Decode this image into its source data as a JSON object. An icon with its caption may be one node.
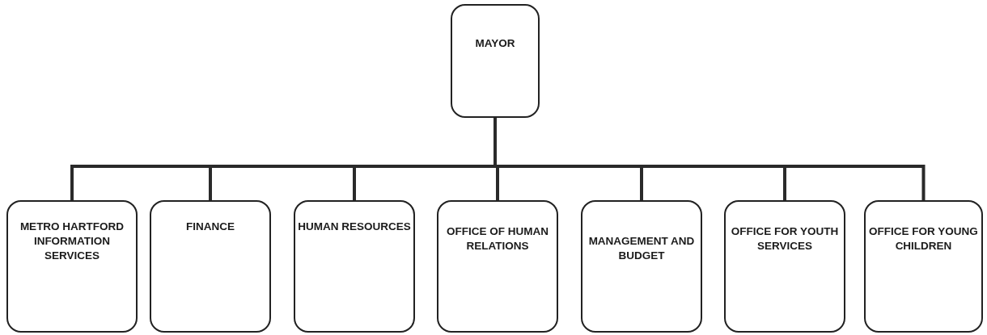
{
  "diagram": {
    "nodes": [
      {
        "text": [
          "MAYOR"
        ]
      },
      {
        "text": [
          "METRO HARTFORD INFORMATION SERVICES"
        ]
      },
      {
        "text": [
          "FINANCE"
        ]
      },
      {
        "text": [
          "HUMAN RESOURCES"
        ]
      },
      {
        "text": [
          "OFFICE OF HUMAN RELATIONS"
        ]
      },
      {
        "text": [
          "MANAGEMENT AND BUDGET"
        ]
      },
      {
        "text": [
          "OFFICE FOR YOUTH SERVICES"
        ]
      },
      {
        "text": [
          "OFFICE FOR YOUNG CHILDREN"
        ]
      }
    ],
    "edges": [
      {
        "from": 0,
        "to": 1,
        "arrow": "none"
      },
      {
        "from": 0,
        "to": 2,
        "arrow": "none"
      },
      {
        "from": 0,
        "to": 3,
        "arrow": "none"
      },
      {
        "from": 0,
        "to": 4,
        "arrow": "none"
      },
      {
        "from": 0,
        "to": 5,
        "arrow": "none"
      },
      {
        "from": 0,
        "to": 6,
        "arrow": "none"
      },
      {
        "from": 0,
        "to": 7,
        "arrow": "none"
      }
    ]
  }
}
